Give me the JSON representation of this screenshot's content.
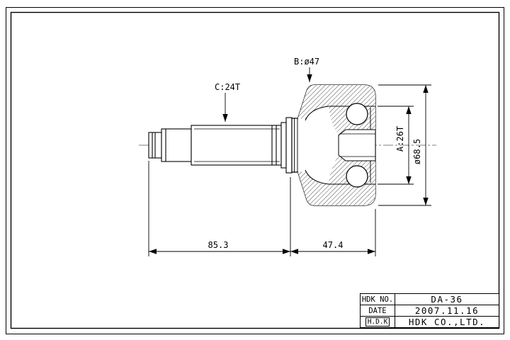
{
  "drawing": {
    "labels": {
      "b_diameter": "B:ø47",
      "c_spline": "C:24T",
      "a_spline": "A:26T",
      "outer_diameter": "ø68.5"
    },
    "dimensions": {
      "shaft_length": "85.3",
      "joint_length": "47.4"
    }
  },
  "title_block": {
    "rows": [
      {
        "label": "HDK NO.",
        "value": "DA-36"
      },
      {
        "label": "DATE",
        "value": "2007.11.16"
      },
      {
        "label": "H.D.K",
        "value": "HDK CO.,LTD."
      }
    ]
  },
  "colors": {
    "line": "#000000",
    "background": "#ffffff"
  }
}
